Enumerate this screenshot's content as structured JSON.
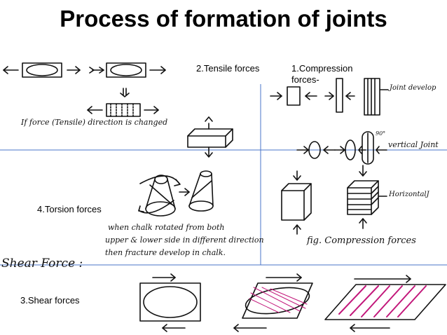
{
  "title": "Process of formation of joints",
  "labels": {
    "tensile": "2.Tensile forces",
    "compression": "1.Compression forces-",
    "torsion": "4.Torsion forces",
    "shear": "3.Shear forces"
  },
  "handwritten": {
    "tensile_note": "If force (Tensile) direction is changed",
    "joint_develop": "Joint develop",
    "vertical_joint": "vertical Joint",
    "horizontal_j": "HorizontalJ",
    "torsion_note_1": "when chalk rotated from both",
    "torsion_note_2": "upper & lower side in different direction",
    "torsion_note_3": "then fracture develop in chalk.",
    "compression_caption": "fig. Compression forces",
    "shear_heading": "Shear Force :",
    "degree_mark": "90°"
  },
  "colors": {
    "divider": "#4a76c9",
    "ink": "#111111",
    "stripe": "#c2177a"
  }
}
